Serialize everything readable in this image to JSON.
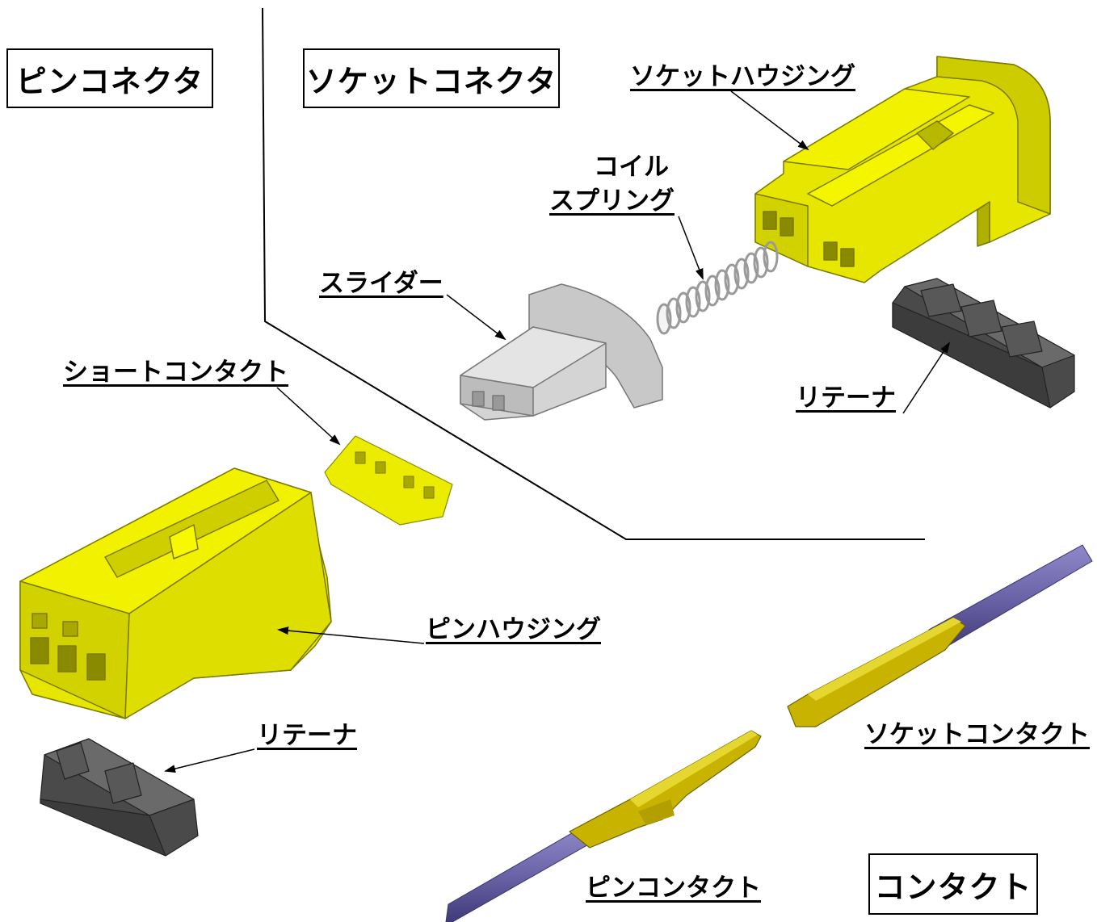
{
  "sections": {
    "pin_connector": "ピンコネクタ",
    "socket_connector": "ソケットコネクタ",
    "contact": "コンタクト"
  },
  "parts": {
    "socket_housing": "ソケットハウジング",
    "coil_line1": "コイル",
    "coil_line2": "スプリング",
    "slider": "スライダー",
    "socket_retainer": "リテーナ",
    "short_contact": "ショートコンタクト",
    "pin_housing": "ピンハウジング",
    "pin_retainer": "リテーナ",
    "socket_contact": "ソケットコンタクト",
    "pin_contact": "ピンコンタクト"
  },
  "colors": {
    "housing_yellow": "#e6e600",
    "slider_gray": "#c4c4c4",
    "retainer_dark": "#4a4a4a",
    "spring": "#e6e6e6",
    "wire_purple": "#6b64a8",
    "contact_gold": "#c8b400"
  }
}
